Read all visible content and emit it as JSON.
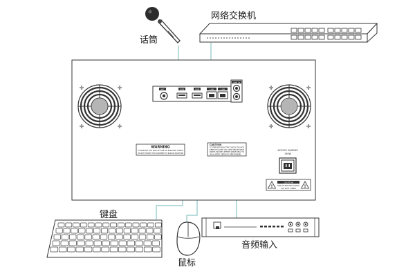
{
  "labels": {
    "microphone": "话筒",
    "network_switch": "网络交换机",
    "keyboard": "键盘",
    "mouse": "鼠标",
    "audio_input": "音频输入"
  },
  "panel": {
    "port_mic": "MIC",
    "port_usb1": "USB",
    "port_usb2": "USB",
    "port_lan1": "LAN",
    "port_lan2": "LAN",
    "port_line_in": "LINE IN",
    "warning_title": "WARNING",
    "warning_line1": "TO REDUCE THE RISK OF FIRE OR ELECTRIC SHOCK",
    "warning_line2": "DO NOT EXPOSE THIS EQUIPMENT TO RAIN OR MOISTURE",
    "caution_title": "CAUTION",
    "caution_line1": "TO PREVENT ELECTRIC SHOCK DO NOT",
    "caution_line2": "REMOVE COVER. NO USER SERVICEABLE",
    "caution_line3": "PARTS INSIDE. REFER SERVICING TO",
    "caution_line4": "QUALIFIED SERVICE PERSONNEL",
    "power_rating": "AC220V 50/60HZ",
    "power_watt": "150W",
    "shock_caution_title": "CAUTION",
    "shock_caution_line1": "RISK OF ELECTRIC SHOCK",
    "shock_caution_line2": "DO NOT OPEN"
  },
  "colors": {
    "cable": "#8cc5c3",
    "outline": "#333333",
    "fan_hub": "#b5b5b5"
  }
}
